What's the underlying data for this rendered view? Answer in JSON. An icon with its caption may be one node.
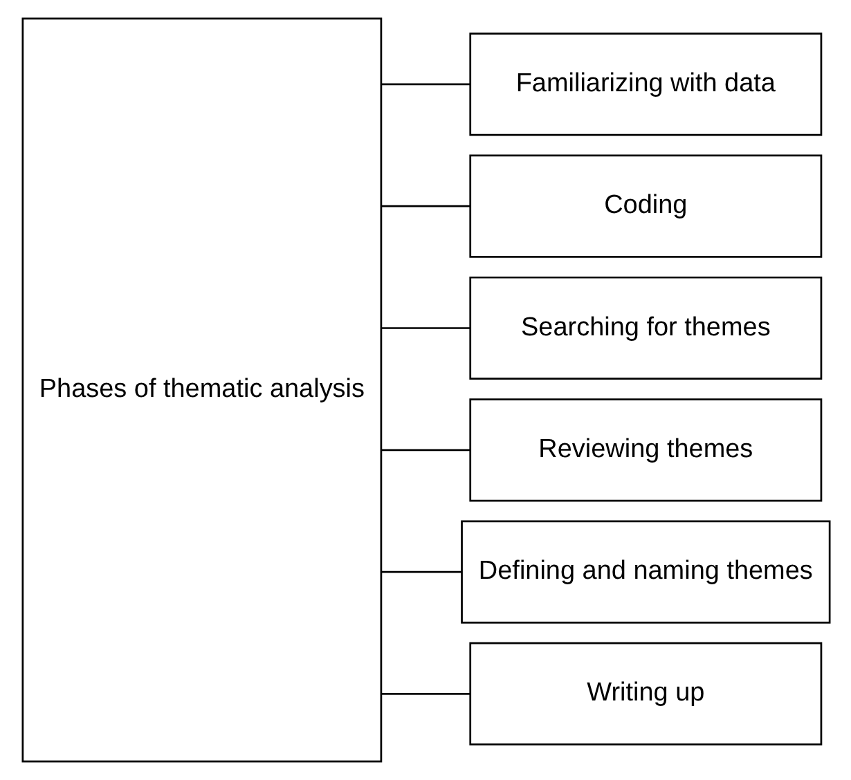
{
  "diagram": {
    "nodes": [
      {
        "text": [
          "Phases of thematic analysis"
        ]
      },
      {
        "text": [
          "Familiarizing with data"
        ]
      },
      {
        "text": [
          "Coding"
        ]
      },
      {
        "text": [
          "Searching for themes"
        ]
      },
      {
        "text": [
          "Reviewing themes"
        ]
      },
      {
        "text": [
          "Defining and naming themes"
        ]
      },
      {
        "text": [
          "Writing up"
        ]
      }
    ],
    "edges": [
      {
        "from": 0,
        "to": 1,
        "arrow": "none"
      },
      {
        "from": 0,
        "to": 2,
        "arrow": "none"
      },
      {
        "from": 0,
        "to": 3,
        "arrow": "none"
      },
      {
        "from": 0,
        "to": 4,
        "arrow": "none"
      },
      {
        "from": 0,
        "to": 5,
        "arrow": "none"
      },
      {
        "from": 0,
        "to": 6,
        "arrow": "none"
      }
    ]
  }
}
